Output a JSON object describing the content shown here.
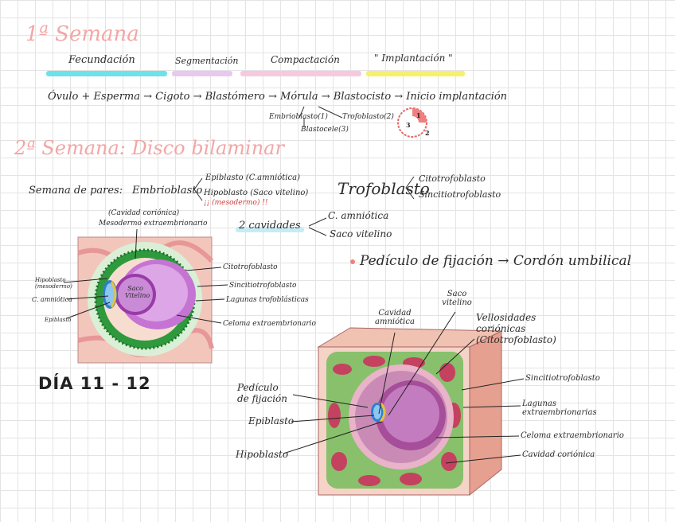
{
  "week1": {
    "title": "1ª Semana",
    "stages": [
      {
        "label": "Fecundación",
        "color": "#6fe1ea"
      },
      {
        "label": "Segmentación",
        "color": "#e9c8f0"
      },
      {
        "label": "Compactación",
        "color": "#f6c9df"
      },
      {
        "label": "\" Implantación \"",
        "color": "#f6f06e"
      }
    ],
    "flow": "Óvulo + Esperma → Cigoto → Blastómero → Mórula → Blastocisto → Inicio implantación",
    "flow_parts": [
      "Óvulo + Esperma",
      "Cigoto",
      "Blastómero",
      "Mórula",
      "Blastocisto",
      "Inicio implantación"
    ],
    "blastocisto_parts": [
      "Embrioblasto(1)",
      "Trofoblasto(2)",
      "Blastocele(3)"
    ],
    "circle_numbers": [
      "1",
      "2",
      "3"
    ]
  },
  "week2": {
    "title": "2ª Semana: Disco bilaminar",
    "pares_label": "Semana de pares:",
    "embrioblasto": "Embrioblasto",
    "epiblasto": "Epiblasto (C.amniótica)",
    "hipoblasto": "Hipoblasto (Saco vitelino)",
    "mesodermo_note": "¡¡ (mesodermo) !!",
    "trofoblasto": "Trofoblasto",
    "citotrofoblasto": "Citotrofoblasto",
    "sincitiotrofoblasto": "Sincitiotrofoblasto",
    "cavidades_label": "2 cavidades",
    "cavidades": [
      "C. amniótica",
      "Saco vitelino"
    ],
    "pediculo_note": "Pedículo de fijación → Cordón umbilical"
  },
  "diagram1": {
    "top_labels": [
      "(Cavidad coriónica)",
      "Mesodermo extraembrionario"
    ],
    "left_labels": [
      "Hipoblasto (mesodermo)",
      "C. amniótica",
      "Epiblasto"
    ],
    "right_labels": [
      "Citotrofoblasto",
      "Sincitiotrofoblasto",
      "Lagunas trofoblásticas",
      "Celoma extraembrionario"
    ],
    "center_label": "Saco Vitelino"
  },
  "day_label": "DÍA 11 - 12",
  "diagram2": {
    "top_labels": [
      "Cavidad amniótica",
      "Saco vitelino",
      "Vellosidades coriónicas (Citotrofoblasto)"
    ],
    "left_labels": [
      "Pedículo de fijación",
      "Epiblasto",
      "Hipoblasto"
    ],
    "right_labels": [
      "Sincitiotrofoblasto",
      "Lagunas extraembrionarias",
      "Celoma extraembrionario",
      "Cavidad coriónica"
    ]
  }
}
